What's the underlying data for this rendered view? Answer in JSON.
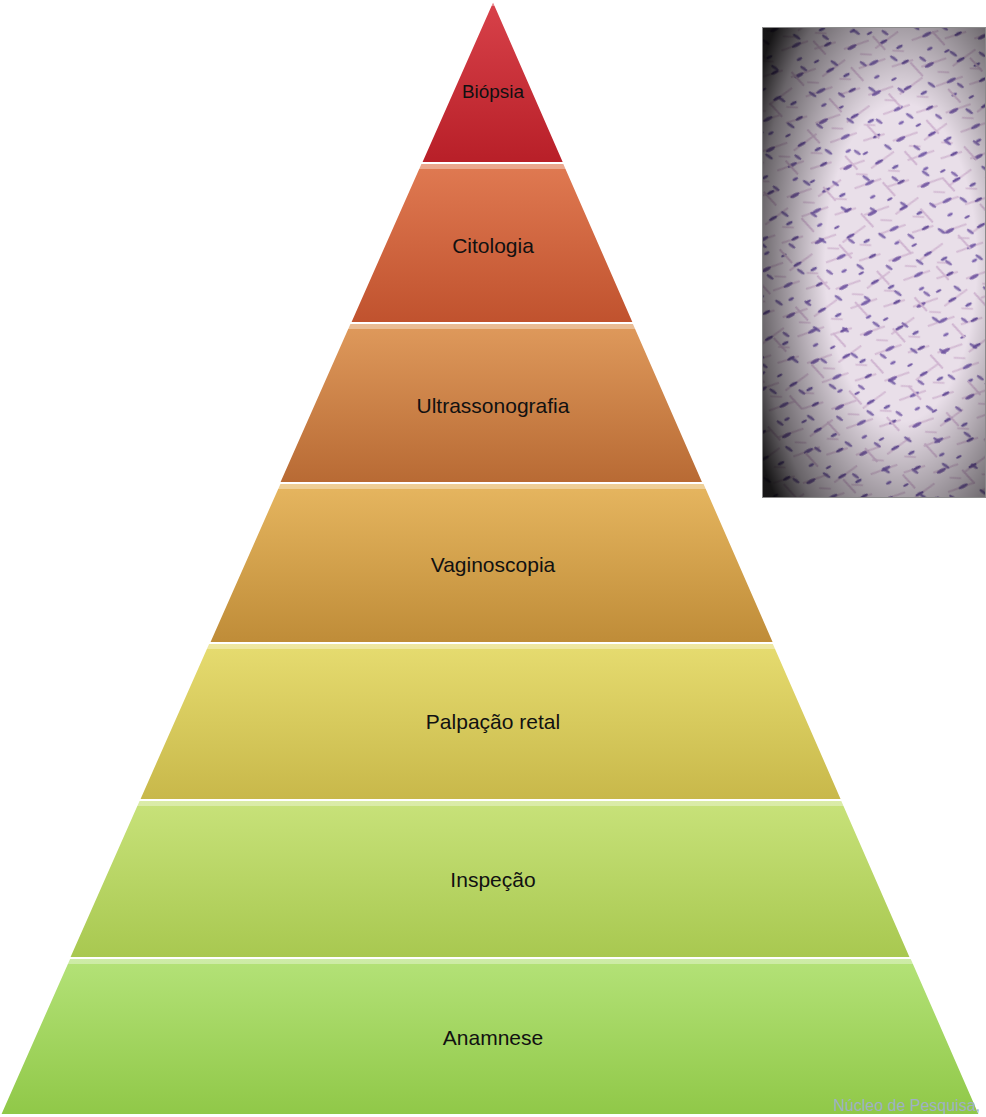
{
  "diagram": {
    "nodes": [
      {
        "text": [
          "Biópsia"
        ]
      },
      {
        "text": [
          "Citologia"
        ]
      },
      {
        "text": [
          "Ultrassonografia"
        ]
      },
      {
        "text": [
          "Vaginoscopia"
        ]
      },
      {
        "text": [
          "Palpação retal"
        ]
      },
      {
        "text": [
          "Inspeção"
        ]
      },
      {
        "text": [
          "Anamnese"
        ]
      }
    ],
    "labels": [
      "Núcleo de Pesquisa,"
    ]
  }
}
